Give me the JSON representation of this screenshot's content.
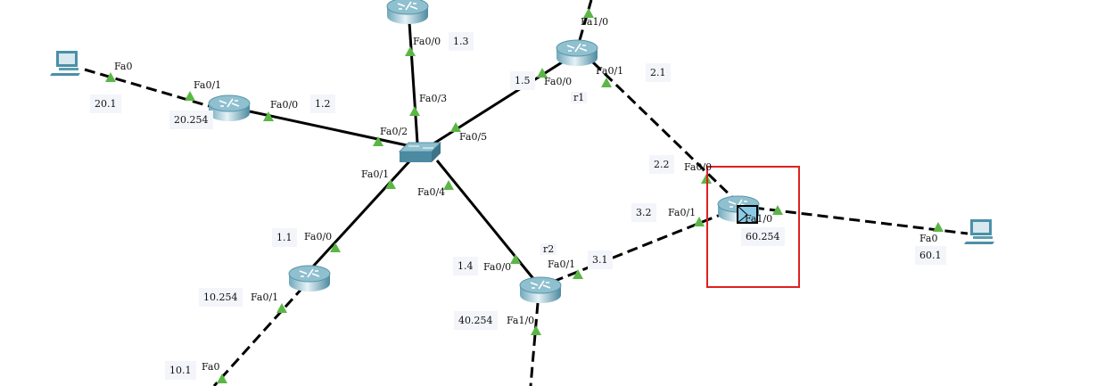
{
  "colors": {
    "link": "#000000",
    "port_up": "#5cb646",
    "selection": "#e02020",
    "device": "#5a9bb0"
  },
  "devices": {
    "pc_20": {
      "icon": "pc-icon"
    },
    "router_20": {
      "icon": "router-icon"
    },
    "router_top": {
      "icon": "router-icon"
    },
    "switch": {
      "icon": "switch-icon"
    },
    "r1": {
      "icon": "router-icon",
      "name": "r1"
    },
    "router_60": {
      "icon": "router-icon"
    },
    "pc_60": {
      "icon": "pc-icon"
    },
    "router_10": {
      "icon": "router-icon"
    },
    "r2": {
      "icon": "router-icon",
      "name": "r2"
    }
  },
  "labels": {
    "pc20_fa0": "Fa0",
    "r20_fa01": "Fa0/1",
    "ip_20_1": "20.1",
    "ip_20_254": "20.254",
    "r20_fa00": "Fa0/0",
    "ip_1_2": "1.2",
    "rtop_fa00": "Fa0/0",
    "ip_1_3": "1.3",
    "sw_fa03": "Fa0/3",
    "sw_fa02": "Fa0/2",
    "sw_fa05": "Fa0/5",
    "sw_fa01": "Fa0/1",
    "sw_fa04": "Fa0/4",
    "ip_1_5": "1.5",
    "r1_fa00": "Fa0/0",
    "r1_fa10": "Fa1/0",
    "r1_fa01": "Fa0/1",
    "ip_2_1": "2.1",
    "ip_2_2": "2.2",
    "r60_fa00": "Fa0/0",
    "ip_3_2": "3.2",
    "r60_fa01": "Fa0/1",
    "r60_fa10": "Fa1/0",
    "ip_60_254": "60.254",
    "pc60_fa0": "Fa0",
    "ip_60_1": "60.1",
    "ip_1_1": "1.1",
    "r10_fa00": "Fa0/0",
    "ip_10_254": "10.254",
    "r10_fa01": "Fa0/1",
    "ip_10_1": "10.1",
    "pc10_fa0": "Fa0",
    "ip_1_4": "1.4",
    "r2_fa00": "Fa0/0",
    "r2_fa01": "Fa0/1",
    "ip_3_1": "3.1",
    "ip_40_254": "40.254",
    "r2_fa10": "Fa1/0"
  }
}
